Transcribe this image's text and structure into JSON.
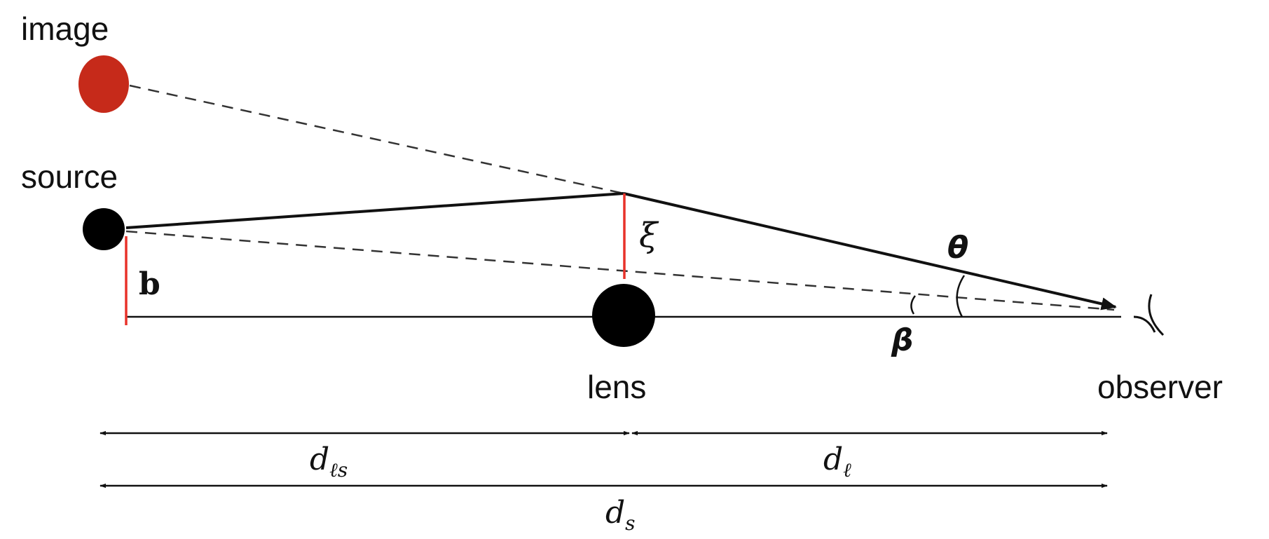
{
  "labels": {
    "image": "image",
    "source": "source",
    "lens": "lens",
    "observer": "observer",
    "b": "b",
    "xi": "ξ",
    "theta": "θ",
    "beta": "β",
    "d_ls_main": "d",
    "d_ls_sub": "ℓs",
    "d_l_main": "d",
    "d_l_sub": "ℓ",
    "d_s_main": "d",
    "d_s_sub": "s"
  },
  "colors": {
    "image_dot": "#c62a1a",
    "marker_red": "#e8322a",
    "ink": "#111111"
  }
}
